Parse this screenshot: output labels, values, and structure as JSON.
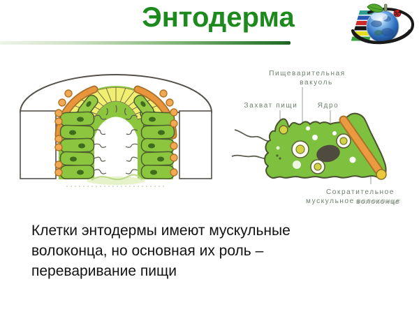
{
  "slide": {
    "title": "Энтодерма",
    "body_lines": {
      "line1": "Клетки энтодермы имеют мускульные",
      "line2": "волоконца, но основная их роль –",
      "line3": "переваривание пищи"
    }
  },
  "colors": {
    "title_green": "#1d8a1d",
    "divider_green_dark": "#256f29",
    "cell_green": "#7dc13e",
    "wall_cell_green": "#8cc63f",
    "nucleus_dark": "#4f4c3f",
    "fiber_orange": "#ec9a40",
    "mesoglea_orange": "#e8953c",
    "ray_yellow": "#f2ee72",
    "label_gray_green": "#6e7e6e"
  },
  "cell_diagram": {
    "labels": {
      "digestive_line1": "Пищеварительная",
      "digestive_line2": "вакуоль",
      "food_capture": "Захват пищи",
      "nucleus": "Ядро",
      "contractile_line1": "Сократительное",
      "contractile_line2a": "мускульное",
      "contractile_line2b": "волоконце"
    }
  }
}
